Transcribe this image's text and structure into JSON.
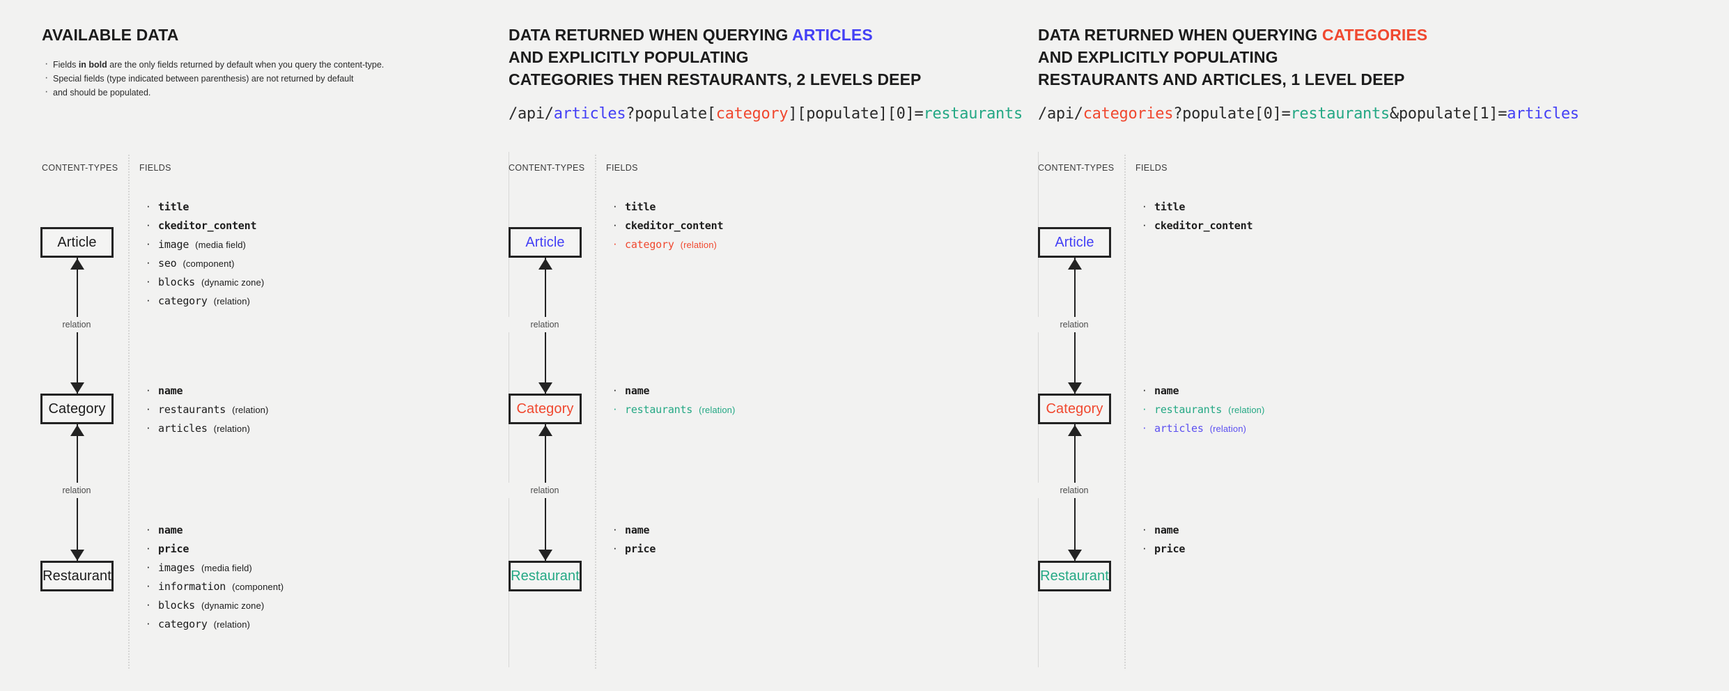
{
  "panels": [
    {
      "id": "available-data",
      "title_parts": [
        {
          "text": "AVAILABLE DATA",
          "color": "default"
        }
      ],
      "title_plain": "AVAILABLE DATA",
      "notes": [
        {
          "lead": "Fields ",
          "bold": "in bold",
          "rest": " are the only fields returned by default when you query the content-type."
        },
        {
          "lead": "Special fields (type indicated between parenthesis) are not returned by default",
          "bold": "",
          "rest": ""
        },
        {
          "lead": "and should be populated.",
          "bold": "",
          "rest": ""
        }
      ],
      "api_url": null,
      "col_labels": {
        "content_types": "CONTENT-TYPES",
        "fields": "FIELDS"
      },
      "nodes": [
        {
          "label": "Article",
          "color": "default"
        },
        {
          "label": "Category",
          "color": "default"
        },
        {
          "label": "Restaurant",
          "color": "default"
        }
      ],
      "connector_label": "relation",
      "field_groups": [
        {
          "owner": "Article",
          "fields": [
            {
              "name": "title",
              "type": "",
              "bold": true,
              "color": "dark"
            },
            {
              "name": "ckeditor_content",
              "type": "",
              "bold": true,
              "color": "dark"
            },
            {
              "name": "image",
              "type": "(media field)",
              "bold": false,
              "color": "dark"
            },
            {
              "name": "seo",
              "type": "(component)",
              "bold": false,
              "color": "dark"
            },
            {
              "name": "blocks",
              "type": "(dynamic zone)",
              "bold": false,
              "color": "dark"
            },
            {
              "name": "category",
              "type": "(relation)",
              "bold": false,
              "color": "dark"
            }
          ]
        },
        {
          "owner": "Category",
          "fields": [
            {
              "name": "name",
              "type": "",
              "bold": true,
              "color": "dark"
            },
            {
              "name": "restaurants",
              "type": "(relation)",
              "bold": false,
              "color": "dark"
            },
            {
              "name": "articles",
              "type": "(relation)",
              "bold": false,
              "color": "dark"
            }
          ]
        },
        {
          "owner": "Restaurant",
          "fields": [
            {
              "name": "name",
              "type": "",
              "bold": true,
              "color": "dark"
            },
            {
              "name": "price",
              "type": "",
              "bold": true,
              "color": "dark"
            },
            {
              "name": "images",
              "type": "(media field)",
              "bold": false,
              "color": "dark"
            },
            {
              "name": "information",
              "type": "(component)",
              "bold": false,
              "color": "dark"
            },
            {
              "name": "blocks",
              "type": "(dynamic zone)",
              "bold": false,
              "color": "dark"
            },
            {
              "name": "category",
              "type": "(relation)",
              "bold": false,
              "color": "dark"
            }
          ]
        }
      ]
    },
    {
      "id": "query-articles",
      "title_parts": [
        {
          "text": "DATA RETURNED WHEN QUERYING ",
          "color": "default"
        },
        {
          "text": "ARTICLES",
          "color": "blue"
        }
      ],
      "title_line2": "AND EXPLICITLY POPULATING",
      "title_line3": "CATEGORIES THEN RESTAURANTS, 2 LEVELS DEEP",
      "api_url": {
        "plain": "/api/articles?populate[category][populate][0]=restaurants",
        "parts": [
          {
            "text": "/api/",
            "color": "default"
          },
          {
            "text": "articles",
            "color": "blue"
          },
          {
            "text": "?populate[",
            "color": "default"
          },
          {
            "text": "category",
            "color": "red"
          },
          {
            "text": "][populate][0]=",
            "color": "default"
          },
          {
            "text": "restaurants",
            "color": "green"
          }
        ]
      },
      "col_labels": {
        "content_types": "CONTENT-TYPES",
        "fields": "FIELDS"
      },
      "nodes": [
        {
          "label": "Article",
          "color": "blue"
        },
        {
          "label": "Category",
          "color": "red"
        },
        {
          "label": "Restaurant",
          "color": "green"
        }
      ],
      "connector_label": "relation",
      "field_groups": [
        {
          "owner": "Article",
          "fields": [
            {
              "name": "title",
              "type": "",
              "bold": true,
              "color": "dark"
            },
            {
              "name": "ckeditor_content",
              "type": "",
              "bold": true,
              "color": "dark"
            },
            {
              "name": "category",
              "type": "(relation)",
              "bold": false,
              "color": "red"
            }
          ]
        },
        {
          "owner": "Category",
          "fields": [
            {
              "name": "name",
              "type": "",
              "bold": true,
              "color": "dark"
            },
            {
              "name": "restaurants",
              "type": "(relation)",
              "bold": false,
              "color": "green"
            }
          ]
        },
        {
          "owner": "Restaurant",
          "fields": [
            {
              "name": "name",
              "type": "",
              "bold": true,
              "color": "dark"
            },
            {
              "name": "price",
              "type": "",
              "bold": true,
              "color": "dark"
            }
          ]
        }
      ]
    },
    {
      "id": "query-categories",
      "title_parts": [
        {
          "text": "DATA RETURNED WHEN QUERYING ",
          "color": "default"
        },
        {
          "text": "CATEGORIES",
          "color": "red"
        }
      ],
      "title_line2": "AND EXPLICITLY POPULATING",
      "title_line3": "RESTAURANTS AND ARTICLES, 1 LEVEL DEEP",
      "api_url": {
        "plain": "/api/categories?populate[0]=restaurants&populate[1]=articles",
        "parts": [
          {
            "text": "/api/",
            "color": "default"
          },
          {
            "text": "categories",
            "color": "red"
          },
          {
            "text": "?populate[0]=",
            "color": "default"
          },
          {
            "text": "restaurants",
            "color": "green"
          },
          {
            "text": "&populate[1]=",
            "color": "default"
          },
          {
            "text": "articles",
            "color": "blue"
          }
        ]
      },
      "col_labels": {
        "content_types": "CONTENT-TYPES",
        "fields": "FIELDS"
      },
      "nodes": [
        {
          "label": "Article",
          "color": "blue"
        },
        {
          "label": "Category",
          "color": "red"
        },
        {
          "label": "Restaurant",
          "color": "green"
        }
      ],
      "connector_label": "relation",
      "field_groups": [
        {
          "owner": "Article",
          "fields": [
            {
              "name": "title",
              "type": "",
              "bold": true,
              "color": "dark"
            },
            {
              "name": "ckeditor_content",
              "type": "",
              "bold": true,
              "color": "dark"
            }
          ]
        },
        {
          "owner": "Category",
          "fields": [
            {
              "name": "name",
              "type": "",
              "bold": true,
              "color": "dark"
            },
            {
              "name": "restaurants",
              "type": "(relation)",
              "bold": false,
              "color": "green"
            },
            {
              "name": "articles",
              "type": "(relation)",
              "bold": false,
              "color": "blue"
            }
          ]
        },
        {
          "owner": "Restaurant",
          "fields": [
            {
              "name": "name",
              "type": "",
              "bold": true,
              "color": "dark"
            },
            {
              "name": "price",
              "type": "",
              "bold": true,
              "color": "dark"
            }
          ]
        }
      ]
    }
  ],
  "colors": {
    "background": "#f2f2f1",
    "text": "#1c1c1c",
    "blue": "#4440f5",
    "red": "#f0482f",
    "green": "#24a884",
    "node_border": "#232323",
    "divider": "#d8d8d7"
  }
}
